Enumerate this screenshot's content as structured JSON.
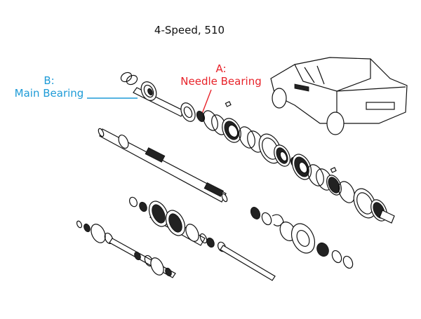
{
  "title": "4-Speed, 510",
  "callouts": {
    "a": {
      "letter": "A:",
      "name": "Needle Bearing",
      "color": "#e8232a"
    },
    "b": {
      "letter": "B:",
      "name": "Main Bearing",
      "color": "#1e9bd7"
    }
  },
  "diagram": {
    "subject": "Exploded view of 4-speed manual transmission gear train",
    "components": [
      "main-drive-gear-shaft",
      "main-bearing",
      "needle-bearing",
      "synchronizer-rings",
      "mainshaft-gears",
      "mainshaft",
      "counter-gear",
      "reverse-idler-gear",
      "counter-shaft",
      "car-illustration"
    ]
  }
}
